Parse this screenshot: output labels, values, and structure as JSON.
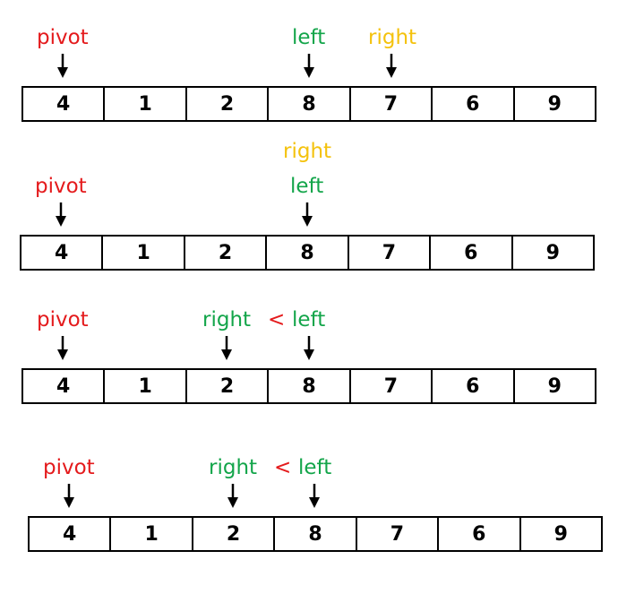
{
  "steps": [
    {
      "pivot": "pivot",
      "left": "left",
      "right": "right",
      "cells": [
        "4",
        "1",
        "2",
        "8",
        "7",
        "6",
        "9"
      ]
    },
    {
      "pivot": "pivot",
      "left": "left",
      "right": "right",
      "cells": [
        "4",
        "1",
        "2",
        "8",
        "7",
        "6",
        "9"
      ]
    },
    {
      "pivot": "pivot",
      "left": "left",
      "right": "right",
      "lt": "<",
      "cells": [
        "4",
        "1",
        "2",
        "8",
        "7",
        "6",
        "9"
      ]
    },
    {
      "pivot": "pivot",
      "left": "left",
      "right": "right",
      "lt": "<",
      "cells": [
        "4",
        "1",
        "2",
        "8",
        "7",
        "6",
        "9"
      ]
    }
  ],
  "colors": {
    "pivot": "#e41a1c",
    "left": "#13a54a",
    "right": "#f4c20d",
    "comparison": "#e41a1c"
  }
}
